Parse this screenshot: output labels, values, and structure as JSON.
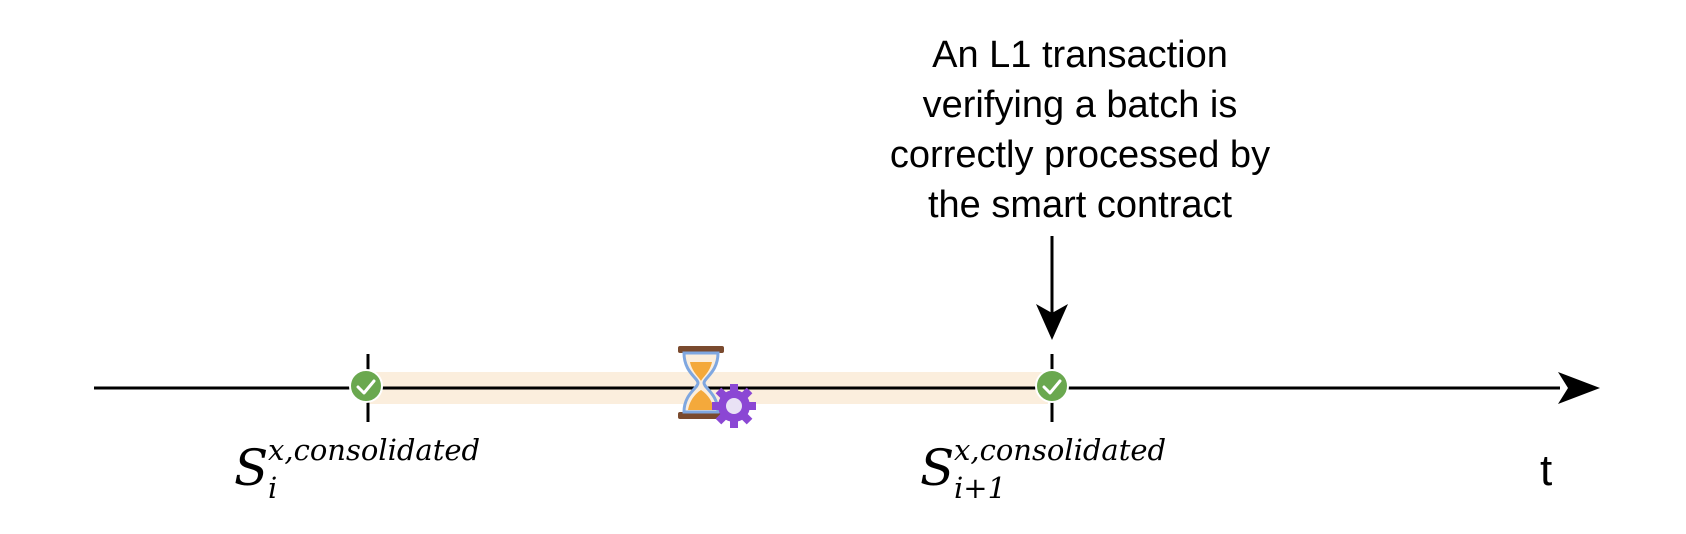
{
  "annotation": {
    "lines": [
      "An L1 transaction",
      "verifying a batch is",
      "correctly processed by",
      "the smart contract"
    ]
  },
  "state_labels": {
    "left": {
      "base": "S",
      "sup": "x,consolidated",
      "sub": "i"
    },
    "right": {
      "base": "S",
      "sup": "x,consolidated",
      "sub": "i+1"
    }
  },
  "axis": {
    "label": "t"
  },
  "icons": {
    "left_marker": "check-circle-icon",
    "right_marker": "check-circle-icon",
    "pending": "hourglass-gear-icon"
  },
  "colors": {
    "axis": "#000000",
    "band": "#fbeedd",
    "band_line": "#b0a090",
    "check": "#6aa84f",
    "hourglass_frame": "#7a4a2e",
    "hourglass_sand": "#f4a93b",
    "hourglass_glass": "#7fa7e0",
    "gear": "#8b47d4"
  }
}
